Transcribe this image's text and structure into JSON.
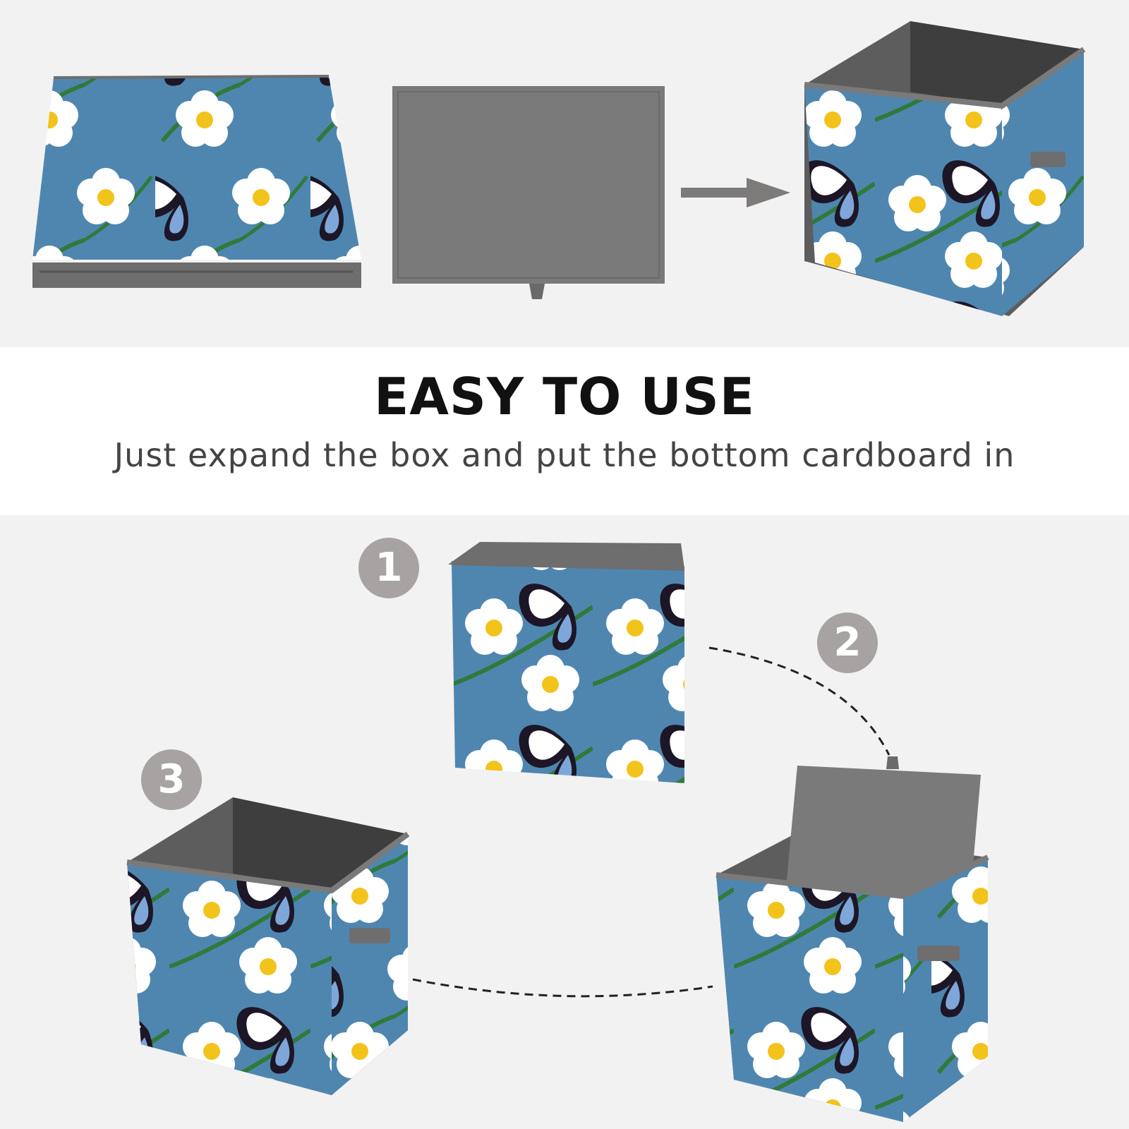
{
  "heading": {
    "title": "EASY TO USE",
    "subtitle": "Just expand the box and put the bottom cardboard in"
  },
  "steps": [
    {
      "number": "1"
    },
    {
      "number": "2"
    },
    {
      "number": "3"
    }
  ],
  "colors": {
    "pattern_blue": "#4f86b0",
    "fabric_gray": "#6e6e6e",
    "badge_gray": "#a8a3a3",
    "flower_center": "#f2c31b"
  },
  "icons": {
    "arrow": "arrow-right-icon",
    "connector": "dashed-connector"
  }
}
